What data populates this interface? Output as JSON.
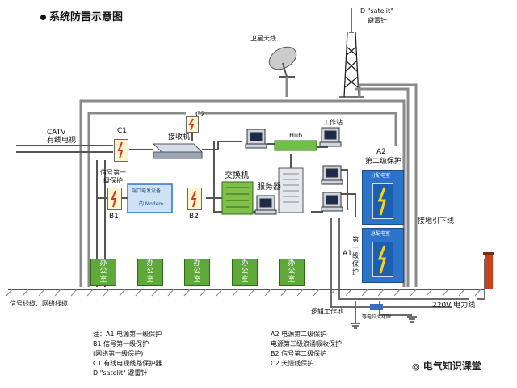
{
  "title": "系统防雷示意图",
  "lightning_rod_label": "D  \"satelit\"\n避雷针",
  "lightning_rod_line1": "D  \"satelit\"",
  "lightning_rod_line2": "避雷针",
  "satellite_label": "卫星天线",
  "catv_label1": "CATV",
  "catv_label2": "有线电视",
  "c1_label": "C1",
  "c2_label": "C2",
  "receiver_label": "接收机",
  "hub_label": "Hub",
  "workstation_label": "工作站",
  "signal_first_label1": "信号第一",
  "signal_first_label2": "级保护",
  "b1_label": "B1",
  "b2_label": "B2",
  "modem_label1": "端口电发设备",
  "modem_label2": "的 Modem",
  "switch_label": "交换机",
  "server_label": "服务器",
  "a2_label1": "A2",
  "a2_label2": "第二级保护",
  "dist_room": "分配电室",
  "main_room": "总配电室",
  "a1_label": "A1",
  "a1_vertical": [
    "第",
    "一",
    "级",
    "保",
    "护"
  ],
  "down_conductor": "接地引下线",
  "office_text": [
    "办",
    "公",
    "室"
  ],
  "signal_lines": "信号线缆、网络线缆",
  "logic_ground": "逻辑工作地",
  "equipotential": "等电位火花隙",
  "power_line": "220V 电力线",
  "notes_left": [
    "注：A1 电源第一级保护",
    "    B1 信号第一级保护",
    "       (网络第一级保护)",
    "    C1 有线电视线路保护器",
    "    D  \"satelit\" 避雷针"
  ],
  "notes_right": [
    "A2 电源第二级保护",
    "   电源第三级浪涌吸收保护",
    "B2 信号第二级保护",
    "C2 天馈线保护"
  ],
  "watermark": "电气知识课堂",
  "colors": {
    "line": "#6b6b6b",
    "blue": "#2b74c9",
    "green": "#5fa83a",
    "ground": "#8a8a8a",
    "rod_red": "#c8431d"
  }
}
